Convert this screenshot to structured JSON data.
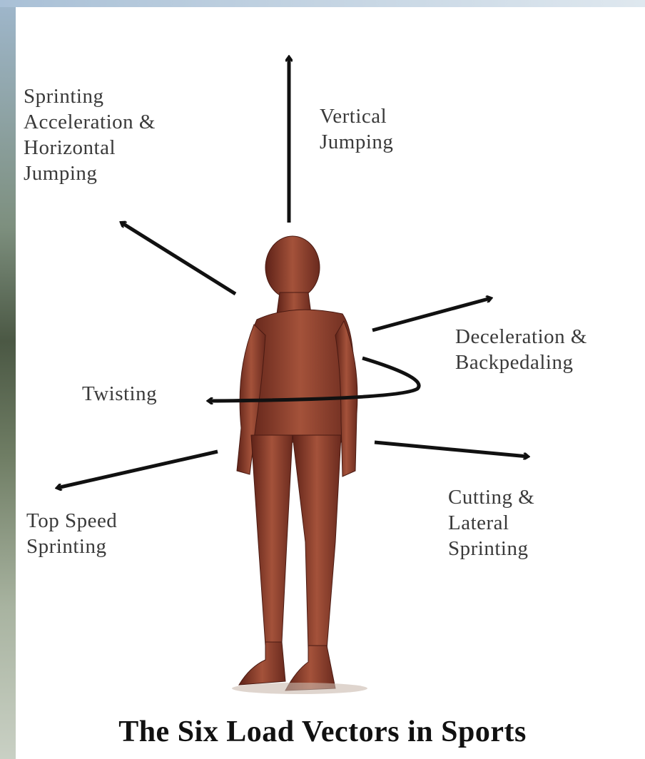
{
  "labels": {
    "sprinting_acceleration": "Sprinting\nAcceleration &\nHorizontal\nJumping",
    "vertical_jumping": "Vertical\nJumping",
    "deceleration": "Deceleration &\nBackpedaling",
    "twisting": "Twisting",
    "top_speed": "Top Speed\nSprinting",
    "cutting": "Cutting &\nLateral\nSprinting"
  },
  "caption": "The Six Load Vectors in Sports",
  "colors": {
    "arrow": "#111111",
    "figure": "#8a3a2a",
    "text": "#3a3a3a"
  }
}
